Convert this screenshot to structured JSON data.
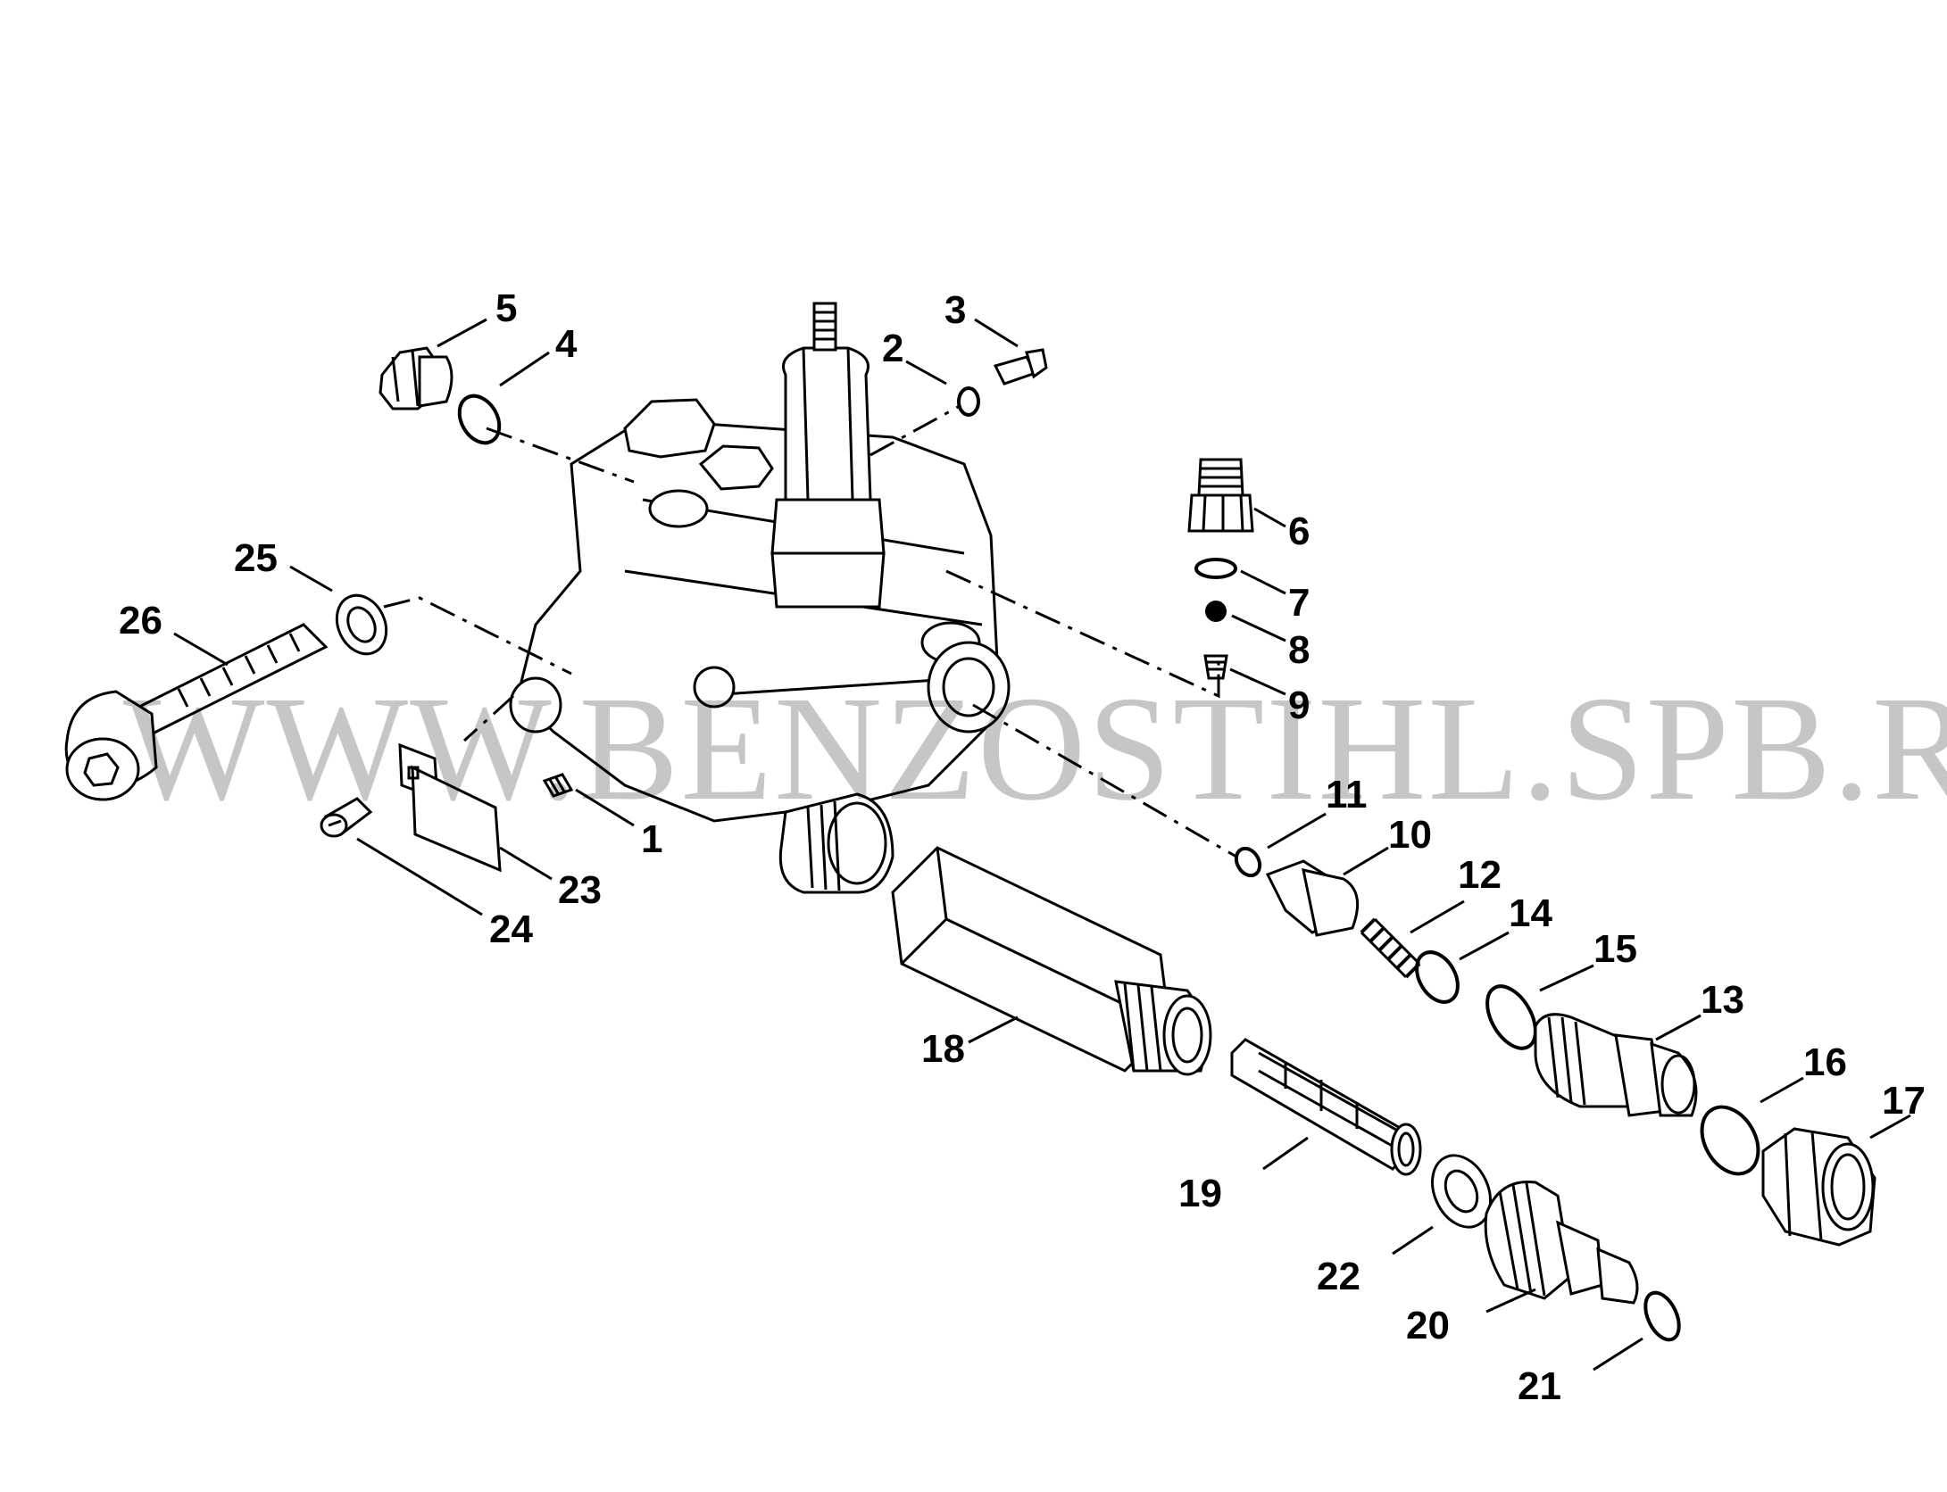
{
  "watermark": "WWW.BENZOSTIHL.SPB.RU",
  "callouts": [
    {
      "id": "1",
      "label": "1"
    },
    {
      "id": "2",
      "label": "2"
    },
    {
      "id": "3",
      "label": "3"
    },
    {
      "id": "4",
      "label": "4"
    },
    {
      "id": "5",
      "label": "5"
    },
    {
      "id": "6",
      "label": "6"
    },
    {
      "id": "7",
      "label": "7"
    },
    {
      "id": "8",
      "label": "8"
    },
    {
      "id": "9",
      "label": "9"
    },
    {
      "id": "10",
      "label": "10"
    },
    {
      "id": "11",
      "label": "11"
    },
    {
      "id": "12",
      "label": "12"
    },
    {
      "id": "13",
      "label": "13"
    },
    {
      "id": "14",
      "label": "14"
    },
    {
      "id": "15",
      "label": "15"
    },
    {
      "id": "16",
      "label": "16"
    },
    {
      "id": "17",
      "label": "17"
    },
    {
      "id": "18",
      "label": "18"
    },
    {
      "id": "19",
      "label": "19"
    },
    {
      "id": "20",
      "label": "20"
    },
    {
      "id": "21",
      "label": "21"
    },
    {
      "id": "22",
      "label": "22"
    },
    {
      "id": "23",
      "label": "23"
    },
    {
      "id": "24",
      "label": "24"
    },
    {
      "id": "25",
      "label": "25"
    },
    {
      "id": "26",
      "label": "26"
    }
  ]
}
